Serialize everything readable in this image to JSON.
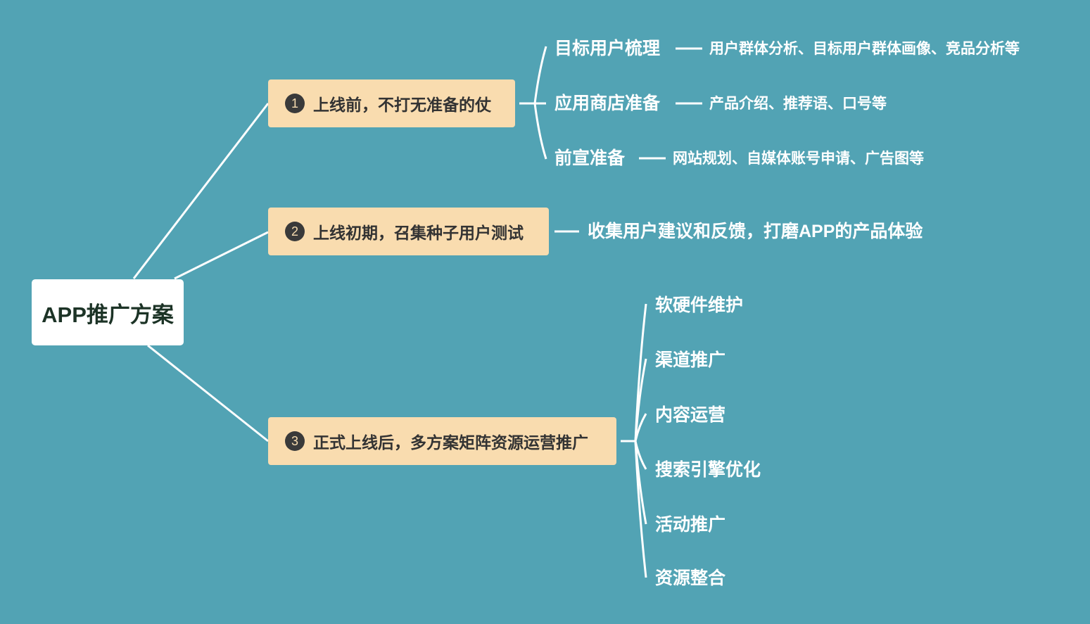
{
  "root": {
    "label": "APP推广方案"
  },
  "branches": [
    {
      "number": "1",
      "label": "上线前，不打无准备的仗",
      "children": [
        {
          "label": "目标用户梳理",
          "detail": "用户群体分析、目标用户群体画像、竞品分析等"
        },
        {
          "label": "应用商店准备",
          "detail": "产品介绍、推荐语、口号等"
        },
        {
          "label": "前宣准备",
          "detail": "网站规划、自媒体账号申请、广告图等"
        }
      ]
    },
    {
      "number": "2",
      "label": "上线初期，召集种子用户测试",
      "detail": "收集用户建议和反馈，打磨APP的产品体验"
    },
    {
      "number": "3",
      "label": "正式上线后，多方案矩阵资源运营推广",
      "children": [
        {
          "label": "软硬件维护"
        },
        {
          "label": "渠道推广"
        },
        {
          "label": "内容运营"
        },
        {
          "label": "搜索引擎优化"
        },
        {
          "label": "活动推广"
        },
        {
          "label": "资源整合"
        }
      ]
    }
  ],
  "colors": {
    "background": "#52a3b4",
    "branch_fill": "#f9dcaf",
    "line": "#ffffff"
  }
}
